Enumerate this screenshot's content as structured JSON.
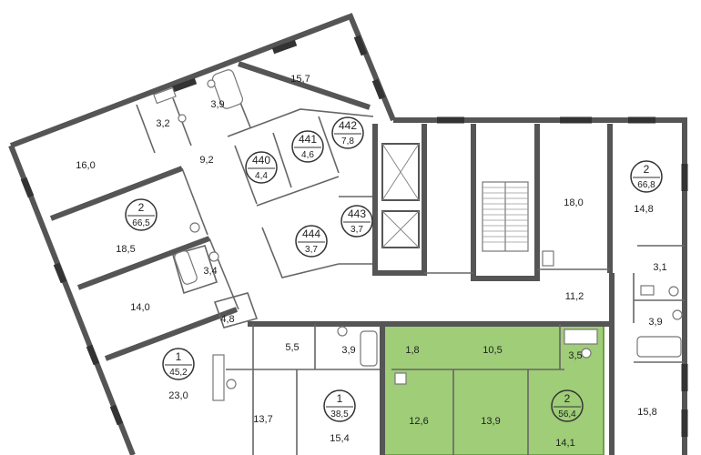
{
  "colors": {
    "highlight": "#9fcd78",
    "highlight_stroke": "#6ea04a",
    "wall": "#555555",
    "background": "#ffffff"
  },
  "rooms": [
    {
      "id": "r157",
      "area": "15,7"
    },
    {
      "id": "r39a",
      "area": "3,9"
    },
    {
      "id": "r32",
      "area": "3,2"
    },
    {
      "id": "r160",
      "area": "16,0"
    },
    {
      "id": "r92",
      "area": "9,2"
    },
    {
      "id": "r185",
      "area": "18,5"
    },
    {
      "id": "r34",
      "area": "3,4"
    },
    {
      "id": "r140",
      "area": "14,0"
    },
    {
      "id": "r48",
      "area": "4,8"
    },
    {
      "id": "r230",
      "area": "23,0"
    },
    {
      "id": "r55",
      "area": "5,5"
    },
    {
      "id": "r39b",
      "area": "3,9"
    },
    {
      "id": "r137",
      "area": "13,7"
    },
    {
      "id": "r154",
      "area": "15,4"
    },
    {
      "id": "r18",
      "area": "1,8"
    },
    {
      "id": "r105",
      "area": "10,5"
    },
    {
      "id": "r35",
      "area": "3,5"
    },
    {
      "id": "r126",
      "area": "12,6"
    },
    {
      "id": "r139",
      "area": "13,9"
    },
    {
      "id": "r141",
      "area": "14,1"
    },
    {
      "id": "r180",
      "area": "18,0"
    },
    {
      "id": "r148",
      "area": "14,8"
    },
    {
      "id": "r31",
      "area": "3,1"
    },
    {
      "id": "r112",
      "area": "11,2"
    },
    {
      "id": "r39c",
      "area": "3,9"
    },
    {
      "id": "r158",
      "area": "15,8"
    }
  ],
  "apartments": [
    {
      "id": "apt-440",
      "number": "440",
      "area": "4,4"
    },
    {
      "id": "apt-441",
      "number": "441",
      "area": "4,6"
    },
    {
      "id": "apt-442",
      "number": "442",
      "area": "7,8"
    },
    {
      "id": "apt-443",
      "number": "443",
      "area": "3,7"
    },
    {
      "id": "apt-444",
      "number": "444",
      "area": "3,7"
    },
    {
      "id": "apt-2-left",
      "number": "2",
      "area": "66,5"
    },
    {
      "id": "apt-1-left",
      "number": "1",
      "area": "45,2"
    },
    {
      "id": "apt-1-bottom",
      "number": "1",
      "area": "38,5"
    },
    {
      "id": "apt-2-green",
      "number": "2",
      "area": "56,4"
    },
    {
      "id": "apt-2-right",
      "number": "2",
      "area": "66,8"
    }
  ]
}
